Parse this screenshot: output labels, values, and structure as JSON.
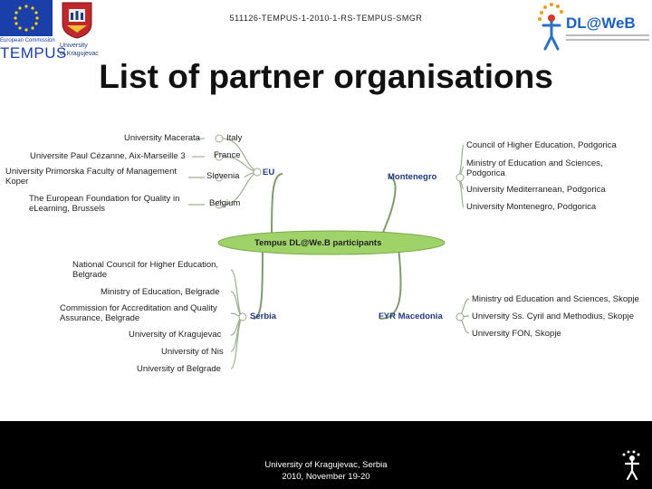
{
  "header": {
    "project_code": "511126-TEMPUS-1-2010-1-RS-TEMPUS-SMGR",
    "title": "List of partner organisations",
    "logo_eu_caption": "European Commission",
    "logo_tempus": "TEMPUS",
    "logo_kg_line1": "University",
    "logo_kg_line2": "of Kragujevac",
    "logo_dlweb": "DL@WeB"
  },
  "mindmap": {
    "center": "Tempus DL@We.B  participants",
    "branches": {
      "eu": {
        "label": "EU",
        "countries": {
          "italy": {
            "label": "Italy",
            "members": [
              "University Macerata"
            ]
          },
          "france": {
            "label": "France",
            "members": [
              "Universite Paul Cézanne, Aix-Marseille 3"
            ]
          },
          "slovenia": {
            "label": "Slovenia",
            "members": [
              "University Primorska Faculty of Management Koper"
            ]
          },
          "belgium": {
            "label": "Belgium",
            "members": [
              "The European Foundation for Quality in eLearning, Brussels"
            ]
          }
        }
      },
      "montenegro": {
        "label": "Montenegro",
        "members": [
          "Council of Higher Education, Podgorica",
          "Ministry of Education and Sciences, Podgorica",
          "University Mediterranean, Podgorica",
          "University Montenegro, Podgorica"
        ]
      },
      "serbia": {
        "label": "Serbia",
        "members": [
          "National Council for Higher Education, Belgrade",
          "Ministry of Education, Belgrade",
          "Commission for Accreditation and Quality Assurance, Belgrade",
          "University of Kragujevac",
          "University of Nis",
          "University of Belgrade"
        ]
      },
      "macedonia": {
        "label": "FYR Macedonia",
        "members": [
          "Ministry od Education and Sciences, Skopje",
          "University Ss. Cyril and Methodius, Skopje",
          "University FON, Skopje"
        ]
      }
    }
  },
  "footer": {
    "line1": "University of Kragujevac, Serbia",
    "line2": "2010, November 19-20"
  },
  "colors": {
    "center_fill": "#9fd36a",
    "branch_line": "#7a9a6a",
    "footer_bg": "#000000",
    "tempus_blue": "#1a3fa8",
    "dlweb_blue": "#1d62c1"
  }
}
